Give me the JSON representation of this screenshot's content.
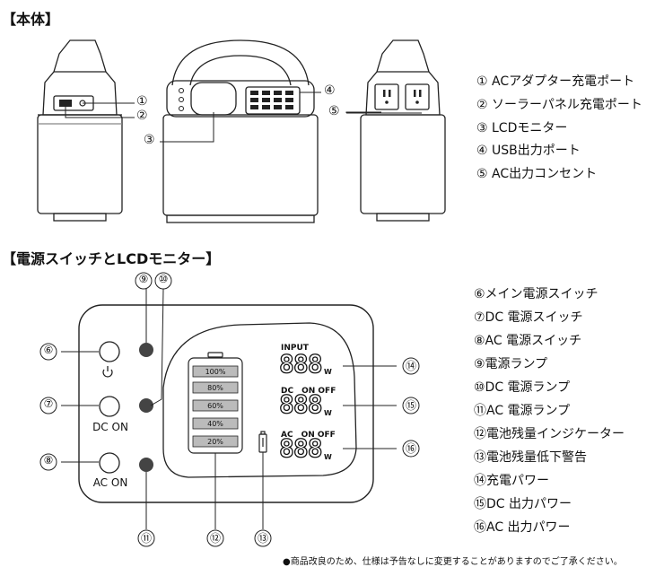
{
  "section_body": {
    "title": "【本体】"
  },
  "section_panel": {
    "title": "【電源スイッチとLCDモニター】"
  },
  "body_legend": [
    "① ACアダプター充電ポート",
    "② ソーラーパネル充電ポート",
    "③ LCDモニター",
    "④ USB出力ポート",
    "⑤ AC出力コンセント"
  ],
  "panel_legend": [
    "⑥メイン電源スイッチ",
    "⑦DC 電源スイッチ",
    "⑧AC 電源スイッチ",
    "⑨電源ランプ",
    "⑩DC 電源ランプ",
    "⑪AC 電源ランプ",
    "⑫電池残量インジケーター",
    "⑬電池残量低下警告",
    "⑭充電パワー",
    "⑮DC 出力パワー",
    "⑯AC 出力パワー"
  ],
  "callouts": {
    "c1": "①",
    "c2": "②",
    "c3": "③",
    "c4": "④",
    "c5": "⑤",
    "c6": "⑥",
    "c7": "⑦",
    "c8": "⑧",
    "c9": "⑨",
    "c10": "⑩",
    "c11": "⑪",
    "c12": "⑫",
    "c13": "⑬",
    "c14": "⑭",
    "c15": "⑮",
    "c16": "⑯"
  },
  "buttons": {
    "dc_label": "DC ON",
    "ac_label": "AC ON"
  },
  "lcd": {
    "input_label": "INPUT",
    "dc_label": "DC　ON OFF",
    "ac_label": "AC　ON OFF",
    "digits": "888",
    "unit": "W",
    "battery_levels": [
      "100%",
      "80%",
      "60%",
      "40%",
      "20%"
    ]
  },
  "footnote": "●商品改良のため、仕様は予告なしに変更することがありますのでご了承ください。"
}
